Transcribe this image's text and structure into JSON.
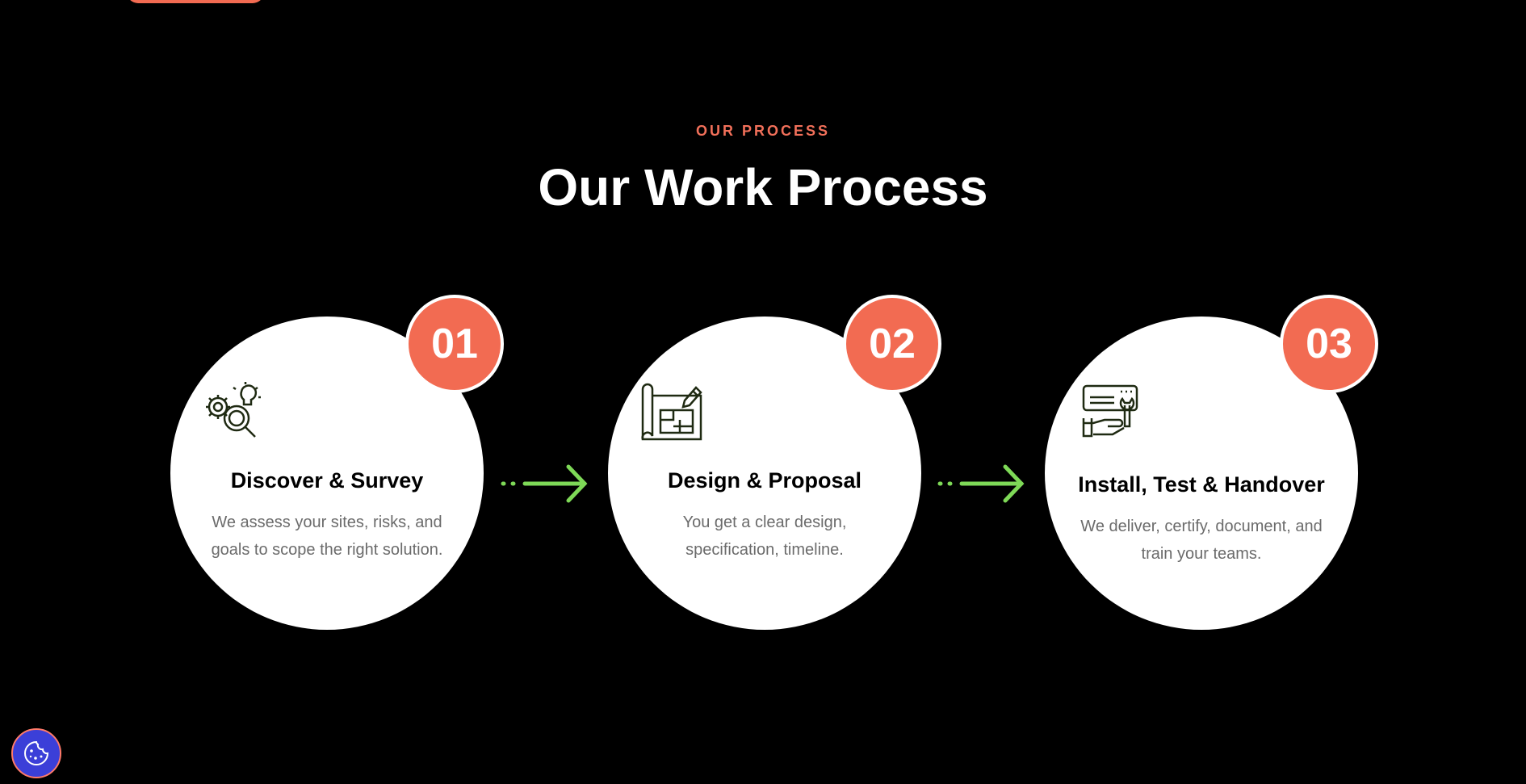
{
  "section": {
    "eyebrow": "OUR PROCESS",
    "title": "Our Work Process"
  },
  "steps": [
    {
      "number": "01",
      "icon": "gear-magnifier-bulb-icon",
      "title": "Discover & Survey",
      "description": "We assess your sites, risks, and goals to scope the right solution."
    },
    {
      "number": "02",
      "icon": "blueprint-pencil-icon",
      "title": "Design & Proposal",
      "description": "You get a clear design, specification, timeline."
    },
    {
      "number": "03",
      "icon": "device-wrench-hand-icon",
      "title": "Install, Test & Handover",
      "description": "We deliver, certify, document, and train your teams."
    }
  ],
  "cookie_button": {
    "icon": "cookie-icon"
  },
  "colors": {
    "background": "#000000",
    "accent": "#f26b52",
    "arrow": "#7ed957",
    "cookie_bg": "#3b3fd8"
  }
}
